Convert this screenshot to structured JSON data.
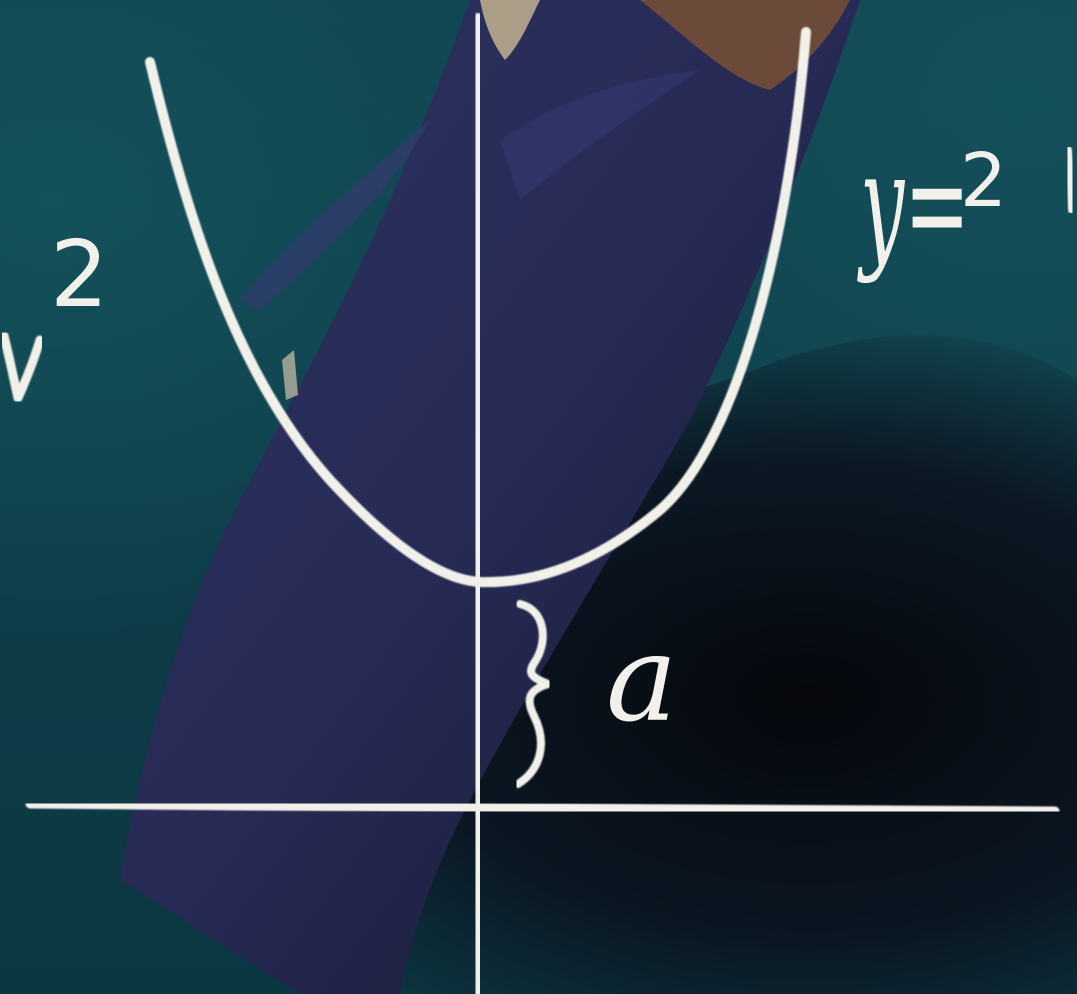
{
  "board": {
    "label_left_exponent": "2",
    "label_right": "y=",
    "label_right_exponent": "2",
    "gap_label": "a"
  },
  "colors": {
    "board": "#0e3d47",
    "chalk": "#f1f1ea",
    "sleeve": "#272a52",
    "shadow": "#07070f"
  }
}
